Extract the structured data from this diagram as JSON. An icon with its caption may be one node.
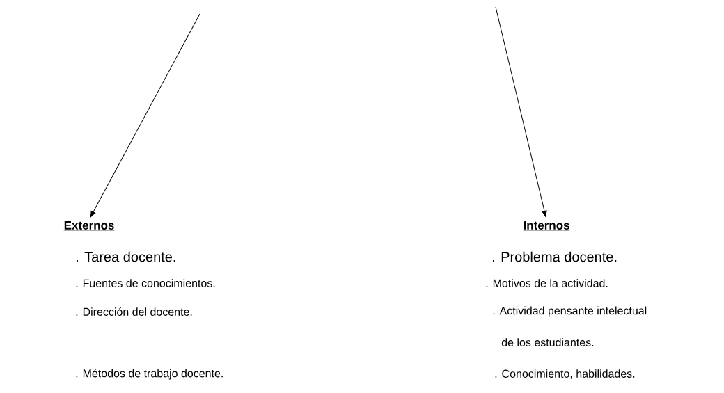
{
  "diagram": {
    "nodes": [
      {
        "text": [
          "Externos"
        ]
      },
      {
        "text": [
          "Internos"
        ]
      }
    ],
    "edges": [
      {
        "from": null,
        "to": 0,
        "arrow": "to"
      },
      {
        "from": null,
        "to": 1,
        "arrow": "to"
      }
    ],
    "labels": [
      ". Tarea docente.",
      ". Problema docente.",
      ". Fuentes de conocimientos.",
      ". Motivos de la actividad.",
      ". Dirección del docente.",
      ". Actividad pensante  intelectual",
      "de los estudiantes.",
      ". Métodos  de trabajo docente.",
      ". Conocimiento, habilidades."
    ]
  }
}
